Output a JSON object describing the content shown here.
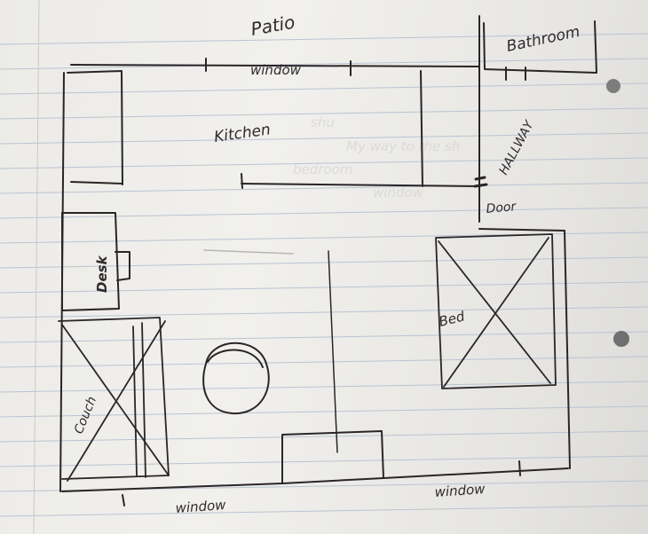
{
  "diagram": {
    "labels": {
      "patio": "Patio",
      "window_top": "window",
      "bathroom": "Bathroom",
      "kitchen": "Kitchen",
      "hallway": "HALLWAY",
      "door": "Door",
      "desk": "Desk",
      "bed": "Bed",
      "couch": "Couch",
      "window_bottom_left": "window",
      "window_bottom_right": "window"
    },
    "colors": {
      "ink": "#2a2528",
      "paper": "#eeede9",
      "rule_lines": "#b9c4d0",
      "margin_line": "#c7c7c7"
    }
  }
}
